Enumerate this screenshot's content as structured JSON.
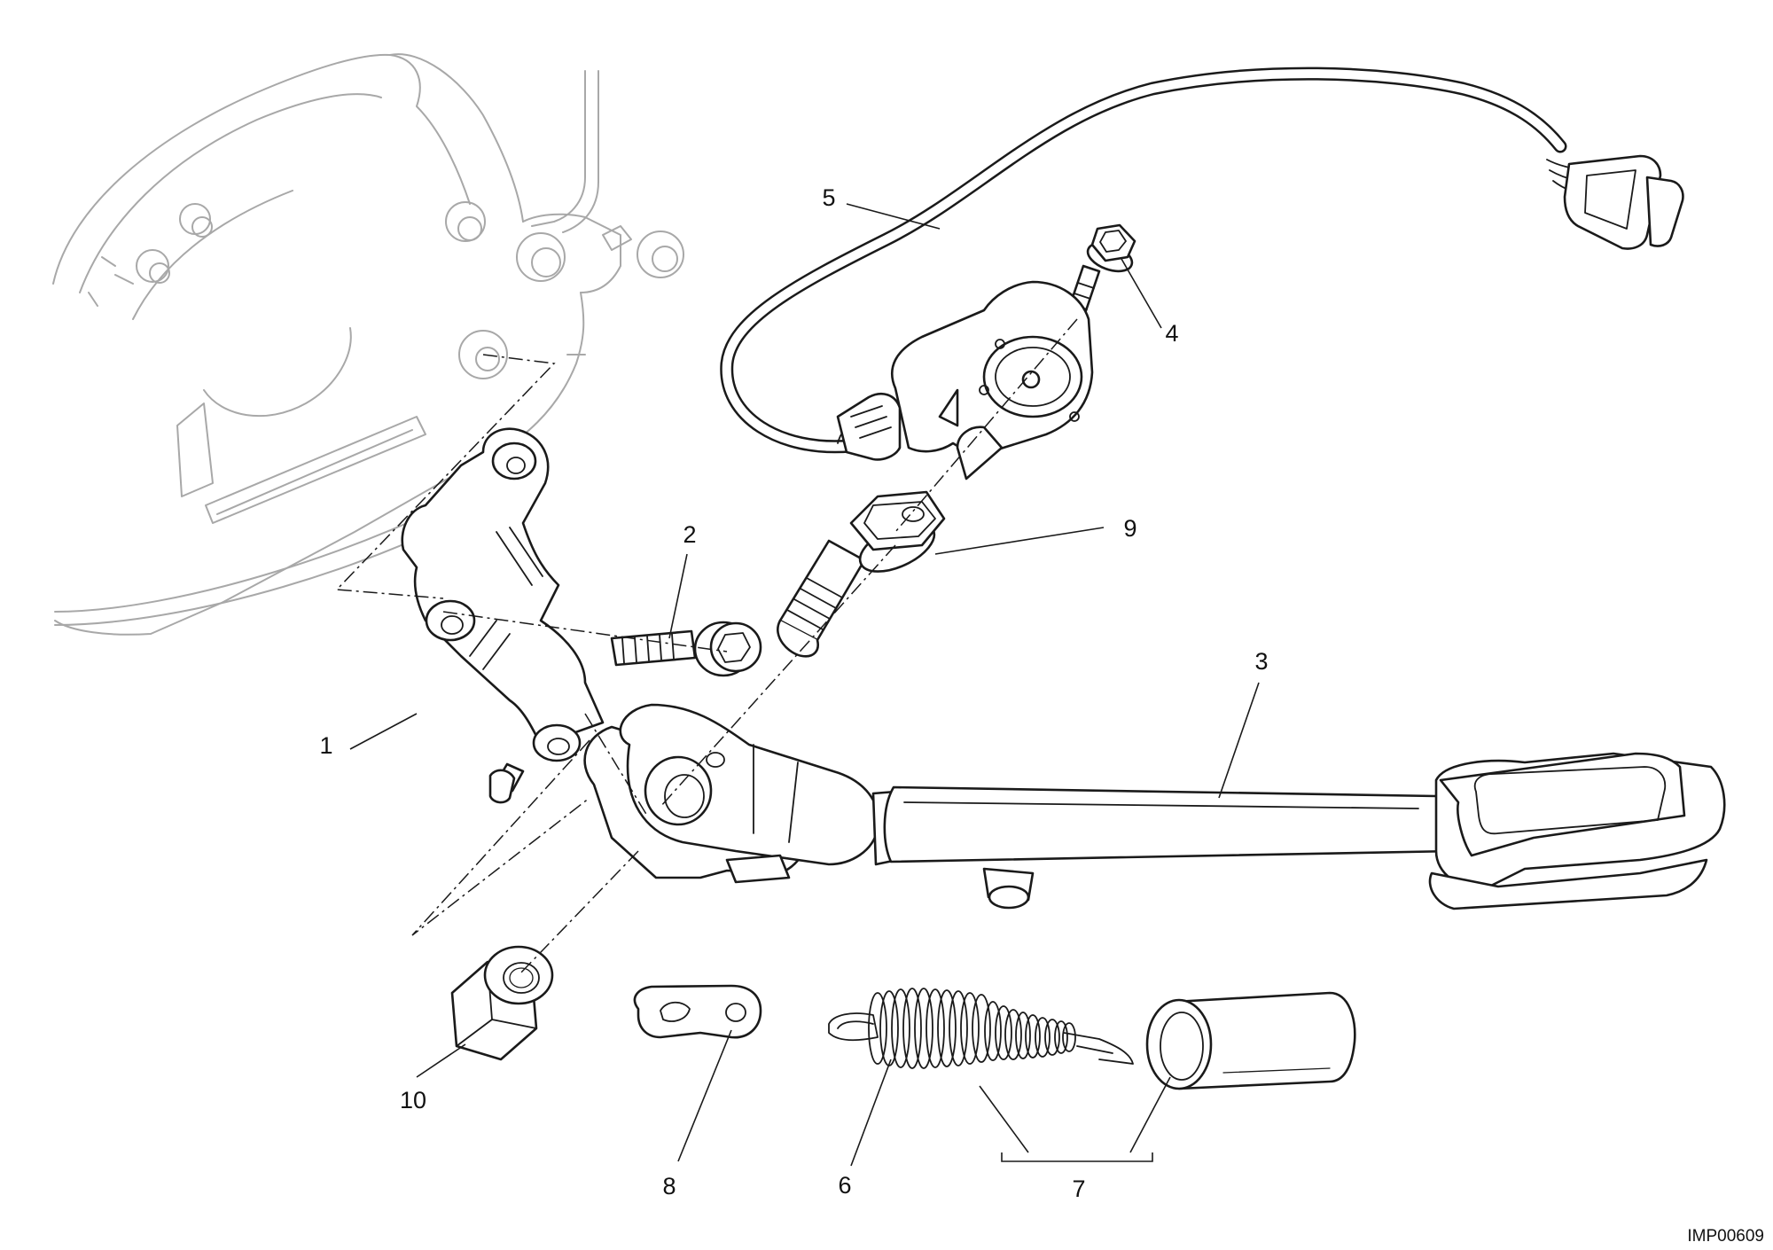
{
  "diagram": {
    "callouts": {
      "c1": "1",
      "c2": "2",
      "c3": "3",
      "c4": "4",
      "c5": "5",
      "c6": "6",
      "c7": "7",
      "c8": "8",
      "c9": "9",
      "c10": "10"
    },
    "reference_code": "IMP00609"
  }
}
